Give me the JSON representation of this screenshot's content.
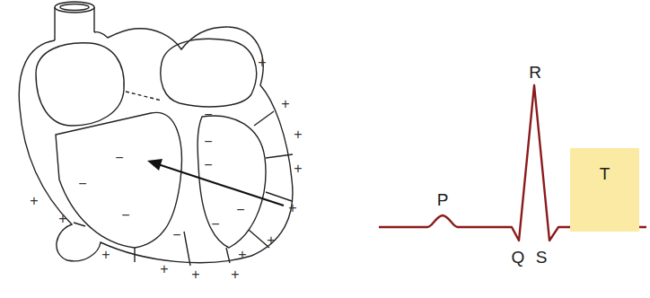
{
  "diagram": {
    "nodes": [
      {
        "text": [
          "T"
        ]
      }
    ],
    "labels": [
      "P",
      "R",
      "Q",
      "S",
      "+",
      "+",
      "+",
      "+",
      "+",
      "+",
      "+",
      "+",
      "+",
      "+",
      "+",
      "+",
      "+",
      "−",
      "−",
      "−",
      "−",
      "−",
      "−",
      "−",
      "−",
      "−"
    ]
  }
}
